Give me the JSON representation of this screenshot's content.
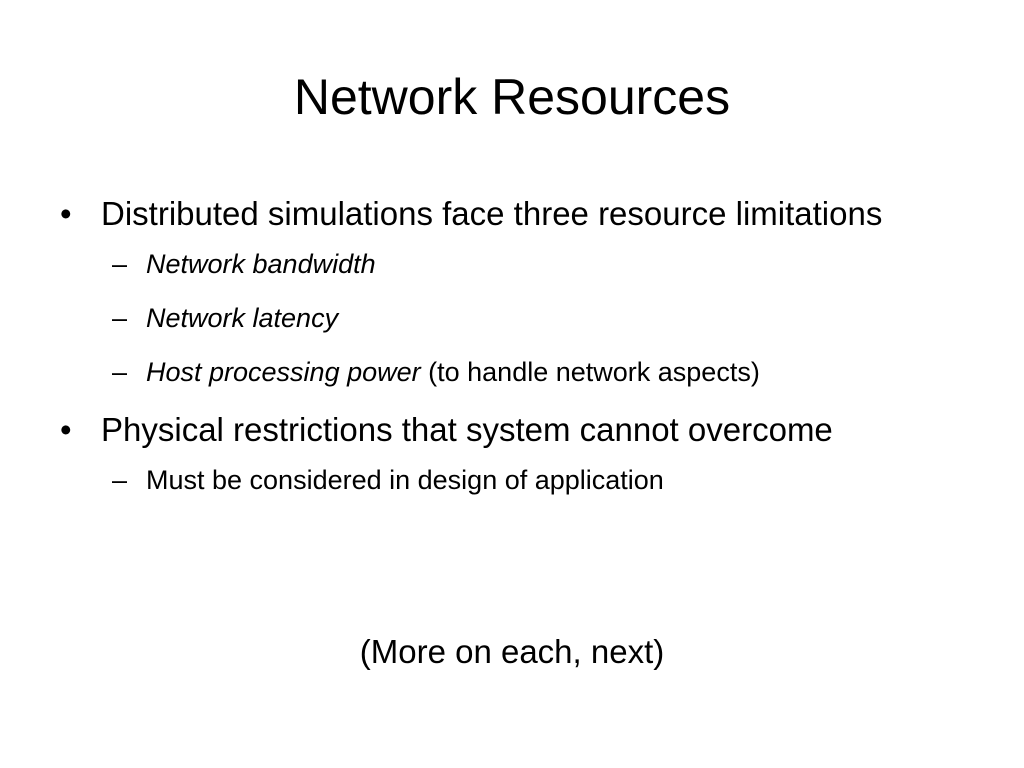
{
  "slide": {
    "title": "Network Resources",
    "bullets": [
      {
        "text": "Distributed simulations face three resource limitations",
        "sub": [
          {
            "italic": "Network bandwidth",
            "rest": ""
          },
          {
            "italic": "Network latency",
            "rest": ""
          },
          {
            "italic": "Host processing power",
            "rest": " (to handle network aspects)"
          }
        ]
      },
      {
        "text": "Physical restrictions that system cannot overcome",
        "sub": [
          {
            "italic": "",
            "rest": "Must be considered in design of application"
          }
        ]
      }
    ],
    "bullet_glyph": "•",
    "dash_glyph": "–",
    "note": "(More on each, next)"
  }
}
